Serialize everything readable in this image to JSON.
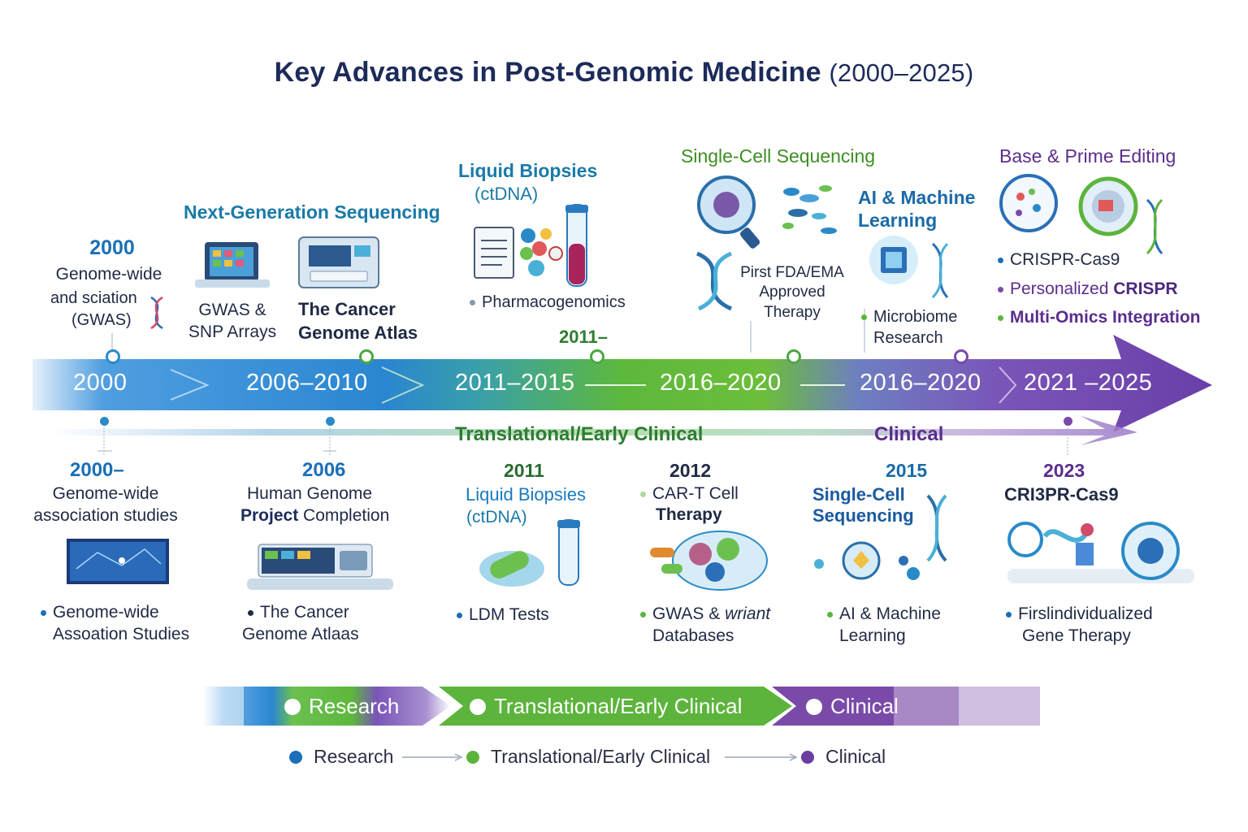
{
  "title": {
    "main": "Key Advances in Post-Genomic Medicine",
    "years": "(2000–2025)"
  },
  "colors": {
    "research": "#1b6fb8",
    "translational": "#5cb43c",
    "clinical": "#6a3fa0",
    "title": "#1c2b5a"
  },
  "timeline": {
    "periods": [
      "2000",
      "2006–2010",
      "2011–2015",
      "2016–2020",
      "2016–2020",
      "2021 –2025"
    ],
    "phase_labels": {
      "translational": "Translational/Early Clinical",
      "clinical": "Clinical"
    }
  },
  "upper": {
    "gwas_year": "2000",
    "gwas_text_1": "Genome-wide",
    "gwas_text_2": "and sciation",
    "gwas_text_3": "(GWAS)",
    "ngs_header": "Next-Generation Sequencing",
    "ngs_item_1a": "GWAS &",
    "ngs_item_1b": "SNP Arrays",
    "ngs_item_2a": "The Cancer",
    "ngs_item_2b": "Genome Atlas",
    "lb_header_1": "Liquid Biopsies",
    "lb_header_2": "(ctDNA)",
    "lb_item": "Pharmacogenomics",
    "lb_year": "2011–",
    "sc_header": "Single-Cell Sequencing",
    "sc_item_1": "Pirst FDA/EMA",
    "sc_item_2": "Approved",
    "sc_item_3": "Therapy",
    "ai_header_1": "AI & Machine",
    "ai_header_2": "Learning",
    "ai_item_1": "Microbiome",
    "ai_item_2": "Research",
    "be_header": "Base & Prime Editing",
    "be_items": [
      "CRISPR-Cas9",
      "Personalized ",
      "CRISPR",
      "Multi-Omics Integration"
    ]
  },
  "lower": {
    "col1": {
      "year": "2000–",
      "text_1": "Genome-wide",
      "text_2": "association studies",
      "bullet_1": "Genome-wide",
      "bullet_2": "Assoation Studies"
    },
    "col2": {
      "year": "2006",
      "text_1": "Human Genome",
      "text_2a": "Project",
      "text_2b": " Completion",
      "bullet_1": "The Cancer",
      "bullet_2": "Genome Atlaas"
    },
    "col3": {
      "year": "2011",
      "text_1": "Liquid Biopsies",
      "text_2": "(ctDNA)",
      "bullet_1": "LDM Tests"
    },
    "col4": {
      "year": "2012",
      "text_1": "CAR-T Cell",
      "text_2": "Therapy",
      "bullet_1a": "GWAS & ",
      "bullet_1b": "wriant",
      "bullet_2": "Databases"
    },
    "col5": {
      "year": "2015",
      "text_1": "Single-Cell",
      "text_2": "Sequencing",
      "bullet_1": "AI & Machine",
      "bullet_2": "Learning"
    },
    "col6": {
      "year": "2023",
      "text_1": "CRI3PR-Cas9",
      "bullet_1": "Firslindividualized",
      "bullet_2": "Gene Therapy"
    }
  },
  "band": {
    "research": "Research",
    "translational": "Translational/Early Clinical",
    "clinical": "Clinical"
  },
  "legend": {
    "research": "Research",
    "translational": "Translational/Early Clinical",
    "clinical": "Clinical"
  }
}
